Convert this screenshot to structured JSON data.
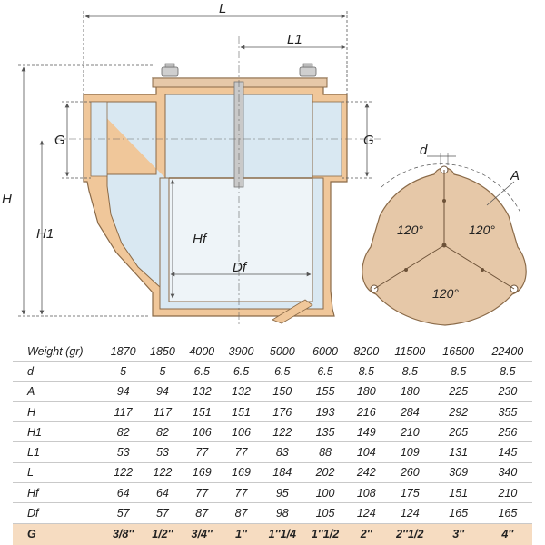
{
  "drawing": {
    "labels": {
      "L": "L",
      "L1": "L1",
      "G_left": "G",
      "G_right": "G",
      "H": "H",
      "H1": "H1",
      "Hf": "Hf",
      "Df": "Df",
      "d": "d",
      "A": "A",
      "angle_top_left": "120°",
      "angle_top_right": "120°",
      "angle_bottom": "120°"
    },
    "colors": {
      "bronze": "#f0c79a",
      "bronze_stroke": "#8a6a48",
      "glass": "#d9e8f2",
      "cap": "#e6c8a8",
      "dim_line": "#555555"
    }
  },
  "table": {
    "columns": [
      "1870",
      "1850",
      "4000",
      "3900",
      "5000",
      "6000",
      "8200",
      "11500",
      "16500",
      "22400"
    ],
    "rows": [
      {
        "label": "Weight (gr)",
        "values": [
          "1870",
          "1850",
          "4000",
          "3900",
          "5000",
          "6000",
          "8200",
          "11500",
          "16500",
          "22400"
        ]
      },
      {
        "label": "d",
        "values": [
          "5",
          "5",
          "6.5",
          "6.5",
          "6.5",
          "6.5",
          "8.5",
          "8.5",
          "8.5",
          "8.5"
        ]
      },
      {
        "label": "A",
        "values": [
          "94",
          "94",
          "132",
          "132",
          "150",
          "155",
          "180",
          "180",
          "225",
          "230"
        ]
      },
      {
        "label": "H",
        "values": [
          "117",
          "117",
          "151",
          "151",
          "176",
          "193",
          "216",
          "284",
          "292",
          "355"
        ]
      },
      {
        "label": "H1",
        "values": [
          "82",
          "82",
          "106",
          "106",
          "122",
          "135",
          "149",
          "210",
          "205",
          "256"
        ]
      },
      {
        "label": "L1",
        "values": [
          "53",
          "53",
          "77",
          "77",
          "83",
          "88",
          "104",
          "109",
          "131",
          "145"
        ]
      },
      {
        "label": "L",
        "values": [
          "122",
          "122",
          "169",
          "169",
          "184",
          "202",
          "242",
          "260",
          "309",
          "340"
        ]
      },
      {
        "label": "Hf",
        "values": [
          "64",
          "64",
          "77",
          "77",
          "95",
          "100",
          "108",
          "175",
          "151",
          "210"
        ]
      },
      {
        "label": "Df",
        "values": [
          "57",
          "57",
          "87",
          "87",
          "98",
          "105",
          "124",
          "124",
          "165",
          "165"
        ]
      },
      {
        "label": "G",
        "values": [
          "3/8″",
          "1/2″",
          "3/4″",
          "1″",
          "1″1/4",
          "1″1/2",
          "2″",
          "2″1/2",
          "3″",
          "4″"
        ]
      }
    ]
  }
}
